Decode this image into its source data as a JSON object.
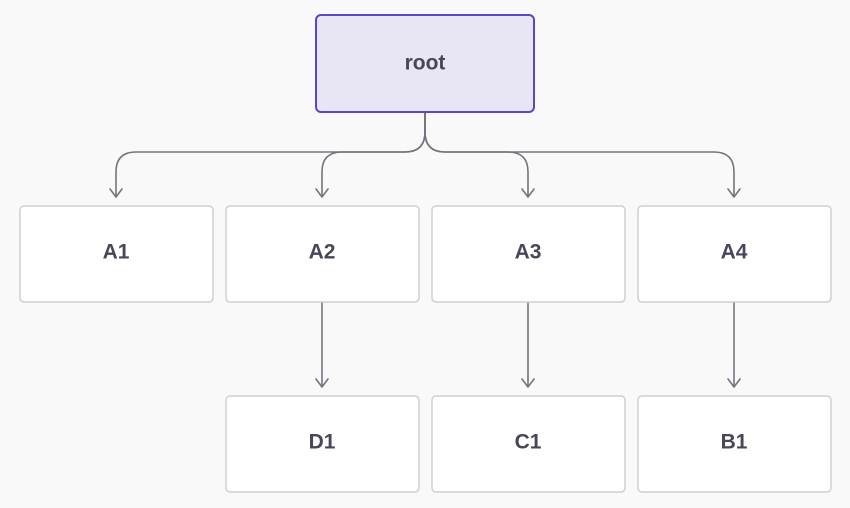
{
  "diagram": {
    "nodes": [
      {
        "id": "root",
        "label": "root"
      },
      {
        "id": "a1",
        "label": "A1"
      },
      {
        "id": "a2",
        "label": "A2"
      },
      {
        "id": "a3",
        "label": "A3"
      },
      {
        "id": "a4",
        "label": "A4"
      },
      {
        "id": "d1",
        "label": "D1"
      },
      {
        "id": "c1",
        "label": "C1"
      },
      {
        "id": "b1",
        "label": "B1"
      }
    ],
    "edges": [
      {
        "from": "root",
        "to": "a1"
      },
      {
        "from": "root",
        "to": "a2"
      },
      {
        "from": "root",
        "to": "a3"
      },
      {
        "from": "root",
        "to": "a4"
      },
      {
        "from": "a2",
        "to": "d1"
      },
      {
        "from": "a3",
        "to": "c1"
      },
      {
        "from": "a4",
        "to": "b1"
      }
    ],
    "colors": {
      "root_fill": "#e8e6f5",
      "root_border": "#5b46c8",
      "node_fill": "#ffffff",
      "node_border": "#cfcfcf",
      "edge": "#75737d",
      "text": "#4a4657",
      "background": "#f9f9f9"
    }
  }
}
